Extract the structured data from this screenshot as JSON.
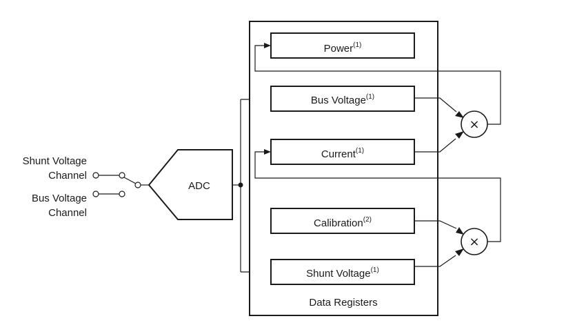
{
  "inputs": {
    "shunt_line1": "Shunt Voltage",
    "shunt_line2": "Channel",
    "bus_line1": "Bus Voltage",
    "bus_line2": "Channel"
  },
  "adc": {
    "label": "ADC"
  },
  "registers": {
    "frame_label": "Data Registers",
    "power": {
      "label": "Power",
      "note": "(1)"
    },
    "bus_voltage": {
      "label": "Bus Voltage",
      "note": "(1)"
    },
    "current": {
      "label": "Current",
      "note": "(1)"
    },
    "calibration": {
      "label": "Calibration",
      "note": "(2)"
    },
    "shunt_voltage": {
      "label": "Shunt Voltage",
      "note": "(1)"
    }
  },
  "multipliers": {
    "symbol": "×"
  }
}
